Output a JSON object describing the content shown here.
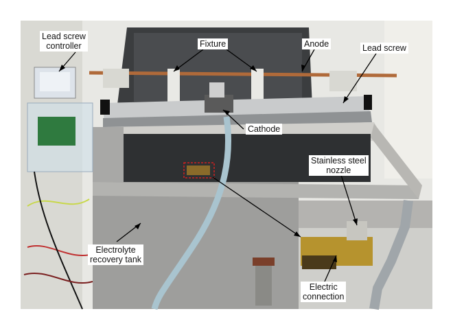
{
  "figure": {
    "labels": {
      "lead_screw_controller": [
        "Lead screw",
        "controller"
      ],
      "fixture": "Fixture",
      "anode": "Anode",
      "lead_screw": "Lead screw",
      "cathode": "Cathode",
      "stainless_steel_nozzle": [
        "Stainless steel",
        "nozzle"
      ],
      "electrolyte_recovery_tank": [
        "Electrolyte",
        "recovery tank"
      ],
      "electric_connection": [
        "Electric",
        "connection"
      ]
    }
  }
}
